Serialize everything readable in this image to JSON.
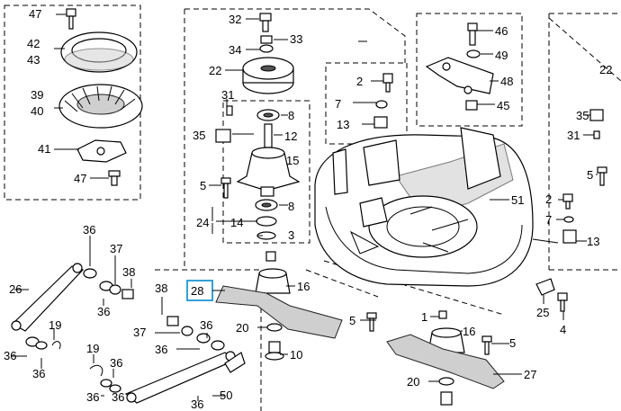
{
  "labels": {
    "l47a": "47",
    "l42": "42",
    "l43": "43",
    "l39": "39",
    "l40": "40",
    "l41": "41",
    "l47b": "47",
    "l32": "32",
    "l34": "34",
    "l33": "33",
    "l22a": "22",
    "l31a": "31",
    "l8a": "8",
    "l35a": "35",
    "l12": "12",
    "l15": "15",
    "l5a": "5",
    "l8b": "8",
    "l24": "24",
    "l14": "14",
    "l3": "3",
    "l16a": "16",
    "l28": "28",
    "l20a": "20",
    "l10": "10",
    "l2a": "2",
    "l7a": "7",
    "l13a": "13",
    "l46": "46",
    "l49": "49",
    "l48": "48",
    "l45": "45",
    "l22b": "22",
    "l35b": "35",
    "l31b": "31",
    "l5b": "5",
    "l2b": "2",
    "l7b": "7",
    "l13b": "13",
    "l51": "51",
    "l25": "25",
    "l4": "4",
    "l1": "1",
    "l16b": "16",
    "l5c": "5",
    "l5d": "5",
    "l27": "27",
    "l20b": "20",
    "l50": "50",
    "l36a": "36",
    "l37a": "37",
    "l38a": "38",
    "l26": "26",
    "l36b": "36",
    "l19a": "19",
    "l36c": "36",
    "l36d": "36",
    "l38b": "38",
    "l37b": "37",
    "l36e": "36",
    "l36f": "36",
    "l19b": "19",
    "l36g": "36",
    "l36h": "36",
    "l36i": "36",
    "l36j": "36"
  }
}
